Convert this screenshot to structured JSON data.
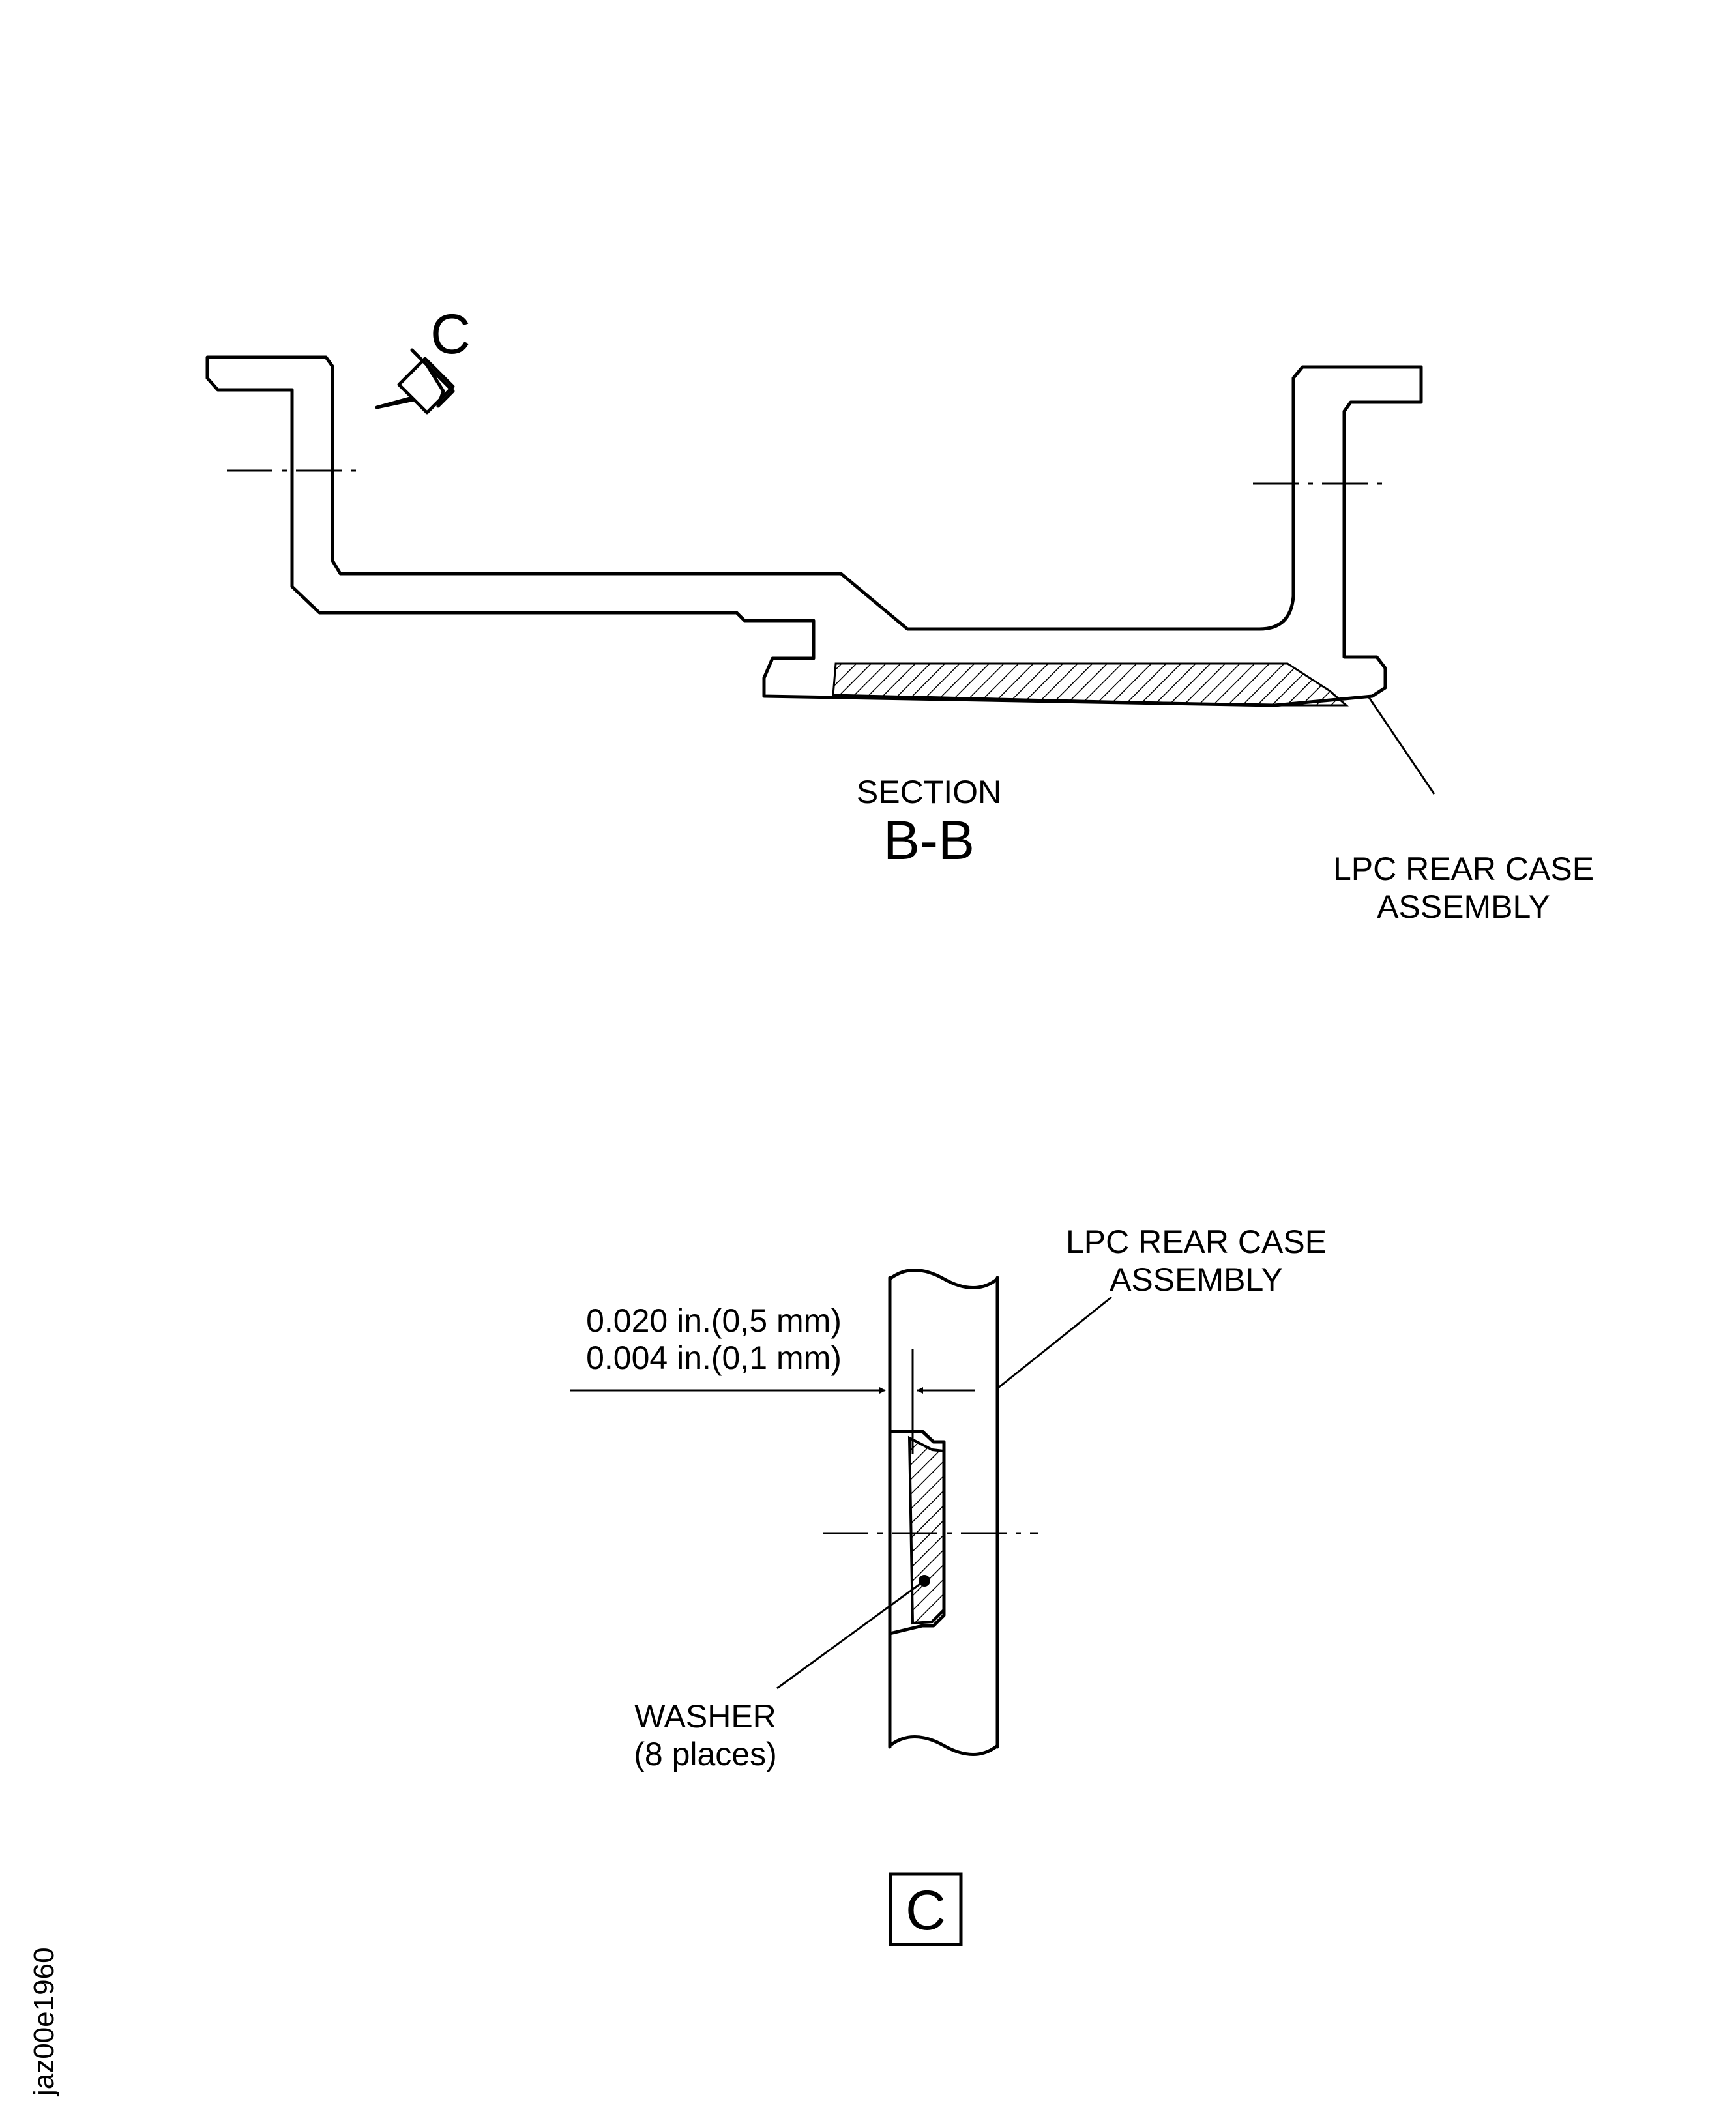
{
  "section_view": {
    "view_arrow_letter": "C",
    "section_label": "SECTION",
    "section_id": "B-B",
    "callout_line1": "LPC REAR CASE",
    "callout_line2": "ASSEMBLY"
  },
  "detail_view": {
    "callout_line1": "LPC REAR CASE",
    "callout_line2": "ASSEMBLY",
    "dimension_max": "0.020 in.(0,5 mm)",
    "dimension_min": "0.004 in.(0,1 mm)",
    "washer_line1": "WASHER",
    "washer_line2": "(8 places)",
    "view_letter": "C"
  },
  "figure_id": "jaz00e1960",
  "colors": {
    "ink": "#000000",
    "paper": "#ffffff"
  }
}
